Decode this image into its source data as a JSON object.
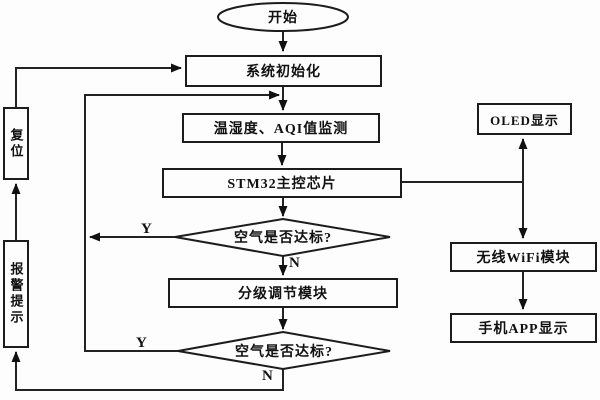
{
  "diagram": {
    "title": "air-quality-monitoring-flowchart",
    "background_color": "#fdfdfd",
    "line_color": "#222222",
    "nodes": {
      "start": {
        "label": "开始",
        "type": "terminator"
      },
      "init": {
        "label": "系统初始化",
        "type": "process"
      },
      "monitor": {
        "label": "温湿度、AQI值监测",
        "type": "process"
      },
      "mcu": {
        "label": "STM32主控芯片",
        "type": "process"
      },
      "check1": {
        "label": "空气是否达标?",
        "type": "decision"
      },
      "adjust": {
        "label": "分级调节模块",
        "type": "process"
      },
      "check2": {
        "label": "空气是否达标?",
        "type": "decision"
      },
      "reset": {
        "label": "复位",
        "type": "process"
      },
      "alarm": {
        "label": "报警提示",
        "type": "process"
      },
      "oled": {
        "label": "OLED显示",
        "type": "process"
      },
      "wifi": {
        "label": "无线WiFi模块",
        "type": "process"
      },
      "app": {
        "label": "手机APP显示",
        "type": "process"
      }
    },
    "edge_labels": {
      "check1_yes": "Y",
      "check1_no": "N",
      "check2_yes": "Y",
      "check2_no": "N"
    }
  }
}
